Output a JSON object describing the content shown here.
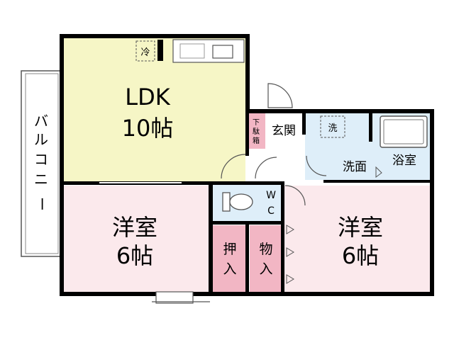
{
  "rooms": {
    "ldk": {
      "name": "LDK",
      "size": "10帖",
      "color": "#f6f6c6"
    },
    "western_left": {
      "name": "洋室",
      "size": "6帖",
      "color": "#fbe9ec"
    },
    "western_right": {
      "name": "洋室",
      "size": "6帖",
      "color": "#fbe9ec"
    },
    "entrance": {
      "name": "玄関"
    },
    "shoe_box": {
      "line1": "下",
      "line2": "駄",
      "line3": "箱",
      "color": "#f2b6c4"
    },
    "washroom": {
      "name": "洗面",
      "color": "#deeef9"
    },
    "bathroom": {
      "name": "浴室",
      "color": "#deeef9"
    },
    "wc": {
      "line1": "W",
      "line2": "C",
      "color": "#deeef9"
    },
    "closet": {
      "line1": "押",
      "line2": "入",
      "color": "#f2b6c4"
    },
    "storage": {
      "line1": "物",
      "line2": "入",
      "color": "#f2b6c4"
    }
  },
  "fixtures": {
    "fridge": "冷",
    "washer": "洗"
  },
  "balcony": {
    "chars": [
      "バ",
      "ル",
      "コ",
      "ニ",
      "ー"
    ]
  },
  "icons": [
    "fridge-icon",
    "washer-icon",
    "toilet-icon",
    "bathtub-icon",
    "kitchen-counter-icon",
    "door-swing-icon"
  ]
}
